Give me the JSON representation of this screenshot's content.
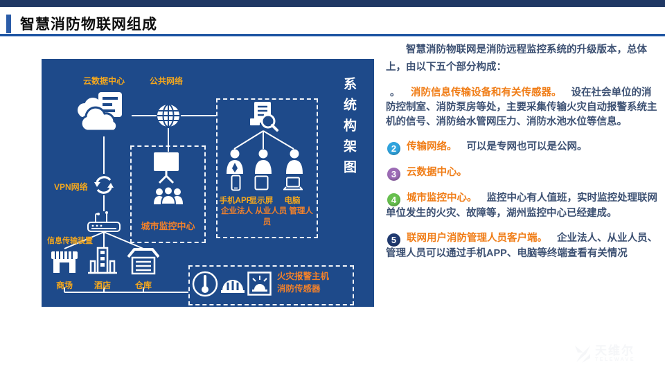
{
  "slide": {
    "title": "智慧消防物联网组成"
  },
  "diagram": {
    "vertical_title": "系统构架图",
    "labels": {
      "cloud_center": "云数据中心",
      "public_network": "公共网络",
      "vpn_network": "VPN网络",
      "transmission_device": "信息传输装置",
      "city_monitor_center": "城市监控中心",
      "mall": "商场",
      "hotel": "酒店",
      "warehouse": "仓库",
      "devices": [
        "手机APP",
        "显示屏",
        "电脑"
      ],
      "users": "企业法人 从业人员 管理人员",
      "alarm_line1": "火灾报警主机",
      "alarm_line2": "消防传感器"
    }
  },
  "content": {
    "intro": "智慧消防物联网是消防远程监控系统的升级版本，总体上，由以下五个部分构成：",
    "items": [
      {
        "num": "。",
        "heading": "消防信息传输设备和有关传感器。",
        "body": "设在社会单位的消防控制室、消防泵房等处，主要采集传输火灾自动报警系统主机的信号、消防给水管网压力、消防水池水位等信息。"
      },
      {
        "num": "2",
        "heading": "传输网络。",
        "body": "可以是专网也可以是公网。"
      },
      {
        "num": "3",
        "heading": "云数据中心。",
        "body": ""
      },
      {
        "num": "4",
        "heading": "城市监控中心。",
        "body": "监控中心有人值班，实时监控处理联网单位发生的火灾、故障等，湖州监控中心已经建成。"
      },
      {
        "num": "5",
        "heading": "联网用户消防管理人员客户端。",
        "body": "企业法人、从业人员、管理人员可以通过手机APP、电脑等终端查看有关情况"
      }
    ]
  },
  "watermark": {
    "brand": "天维尔",
    "brand_en": "TELEWAVE"
  },
  "colors": {
    "top_bar": "#1F3864",
    "title_accent": "#2B5CA8",
    "title_underline": "#2157A4",
    "diagram_background": "#1E4A8A",
    "diagram_label_orange": "#F3A71D",
    "heading_orange": "#F07D17",
    "body_text": "#3D5173",
    "badge_2": "#2FA3DD",
    "badge_3": "#9C6BB5",
    "badge_4": "#67BF4E",
    "badge_5": "#203A70"
  }
}
